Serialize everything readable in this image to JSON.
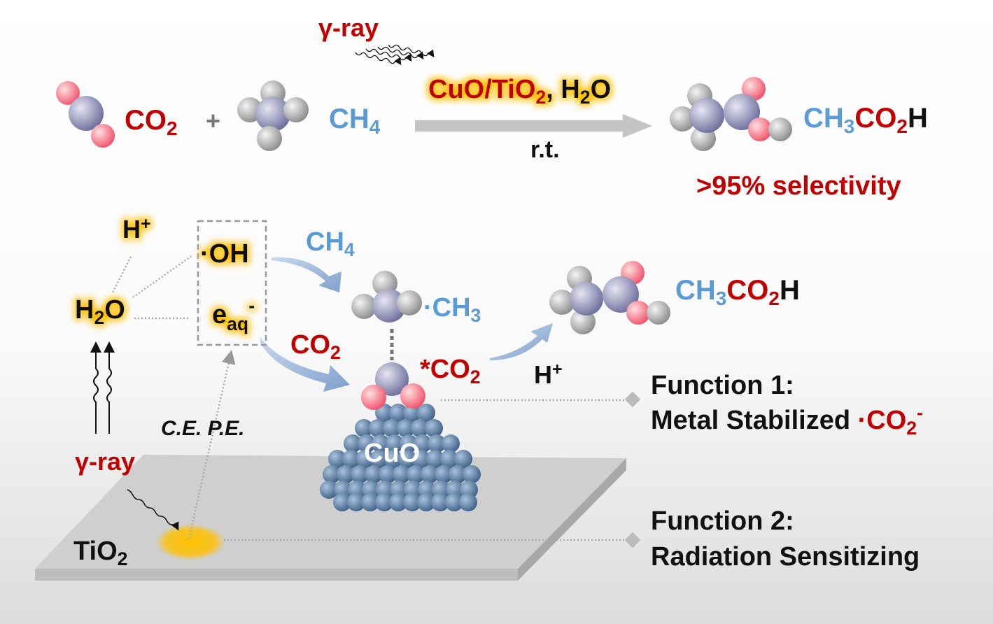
{
  "colors": {
    "red": "#c00000",
    "blue": "#5b9bd5",
    "glow": "#ffc000",
    "copper": "#5a7fa8"
  },
  "top": {
    "gamma_ray": "γ-ray",
    "reactant1": {
      "main": "CO",
      "sub": "2"
    },
    "plus": "+",
    "reactant2": {
      "main": "CH",
      "sub": "4"
    },
    "catalyst": {
      "a": "CuO/TiO",
      "a_sub": "2",
      "b": ", H",
      "b_sub": "2",
      "c": "O"
    },
    "condition": "r.t.",
    "product": {
      "a": "CH",
      "a_sub": "3",
      "b": "CO",
      "b_sub": "2",
      "c": "H"
    },
    "selectivity": ">95% selectivity"
  },
  "mechanism": {
    "h_plus_left": {
      "main": "H",
      "sup": "+"
    },
    "h2o": {
      "main": "H",
      "sub": "2",
      "tail": "O"
    },
    "oh_radical": "·OH",
    "e_aq": {
      "main": "e",
      "sub": "aq",
      "sup": "-"
    },
    "ch4": {
      "main": "CH",
      "sub": "4"
    },
    "ch3_radical": {
      "main": "·CH",
      "sub": "3"
    },
    "co2": {
      "main": "CO",
      "sub": "2"
    },
    "co2_adsorbed": {
      "main": "*CO",
      "sub": "2"
    },
    "product": {
      "a": "CH",
      "a_sub": "3",
      "b": "CO",
      "b_sub": "2",
      "c": "H"
    },
    "h_plus_right": {
      "main": "H",
      "sup": "+"
    },
    "ce_pe": "C.E.  P.E.",
    "gamma_ray": "γ-ray",
    "tio2": {
      "main": "TiO",
      "sub": "2"
    },
    "cuo": "CuO"
  },
  "functions": [
    {
      "title": "Function 1:",
      "desc": "Metal Stabilized ",
      "species": "·CO",
      "species_sub": "2",
      "species_sup": "-"
    },
    {
      "title": "Function 2:",
      "desc": "Radiation Sensitizing"
    }
  ]
}
